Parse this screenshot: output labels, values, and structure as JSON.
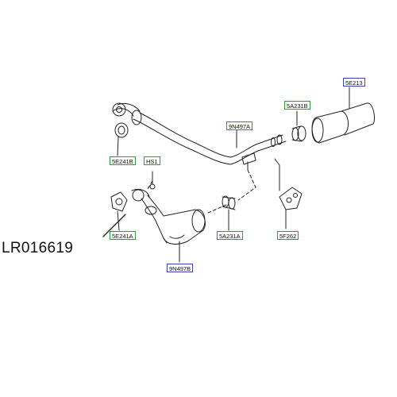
{
  "reference_number": "LR016619",
  "callouts": {
    "c_5e213": "5E213",
    "c_5a231b": "5A231B",
    "c_9n497a": "9N497A",
    "c_5e241b": "5E241B",
    "c_hs1": "HS1",
    "c_5e241a": "5E241A",
    "c_5a231a": "5A231A",
    "c_f262": "5F262",
    "c_9n497b": "9N497B"
  },
  "colors": {
    "green_box": "#2f9a3c",
    "blue_box": "#3244b8",
    "line": "#222222"
  }
}
